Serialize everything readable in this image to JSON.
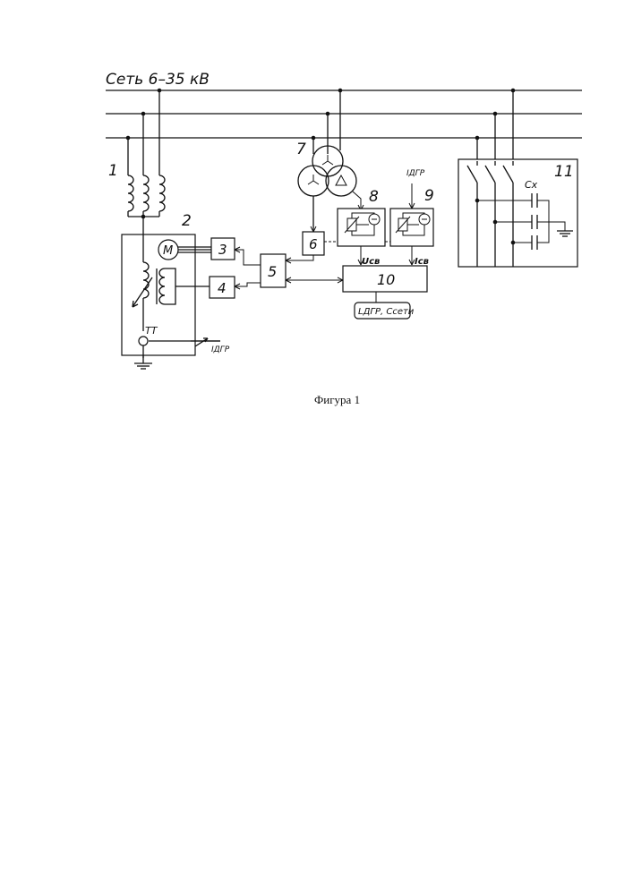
{
  "diagram": {
    "network_label": "Сеть 6–35 кВ",
    "labels": {
      "n1": "1",
      "n2": "2",
      "n3": "3",
      "n4": "4",
      "n5": "5",
      "n6": "6",
      "n7": "7",
      "n8": "8",
      "n9": "9",
      "n10": "10",
      "n11": "11"
    },
    "motor": "M",
    "current_transformer": "TT",
    "i_dgr": "IДГР",
    "u_cv": "Uсв",
    "i_cv": "Iсв",
    "output": "LДГР, Cсети",
    "cx": "Cx"
  },
  "caption": "Фигура 1"
}
